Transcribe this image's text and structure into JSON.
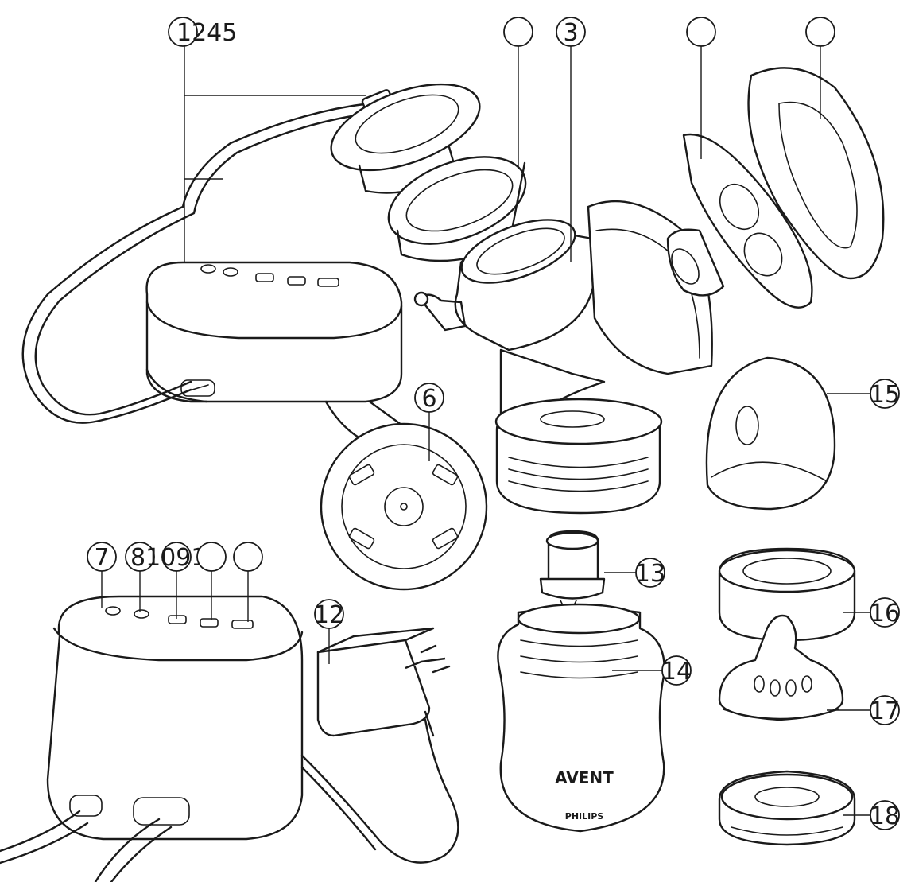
{
  "callouts": {
    "c1245": "1245",
    "c3": "3",
    "c6": "6",
    "c7": "7",
    "c81091": "81091",
    "c12": "12",
    "c13": "13",
    "c14": "14",
    "c15": "15",
    "c16": "16",
    "c17": "17",
    "c18": "18"
  },
  "bottle": {
    "brand": "AVENT",
    "maker": "PHILIPS"
  }
}
